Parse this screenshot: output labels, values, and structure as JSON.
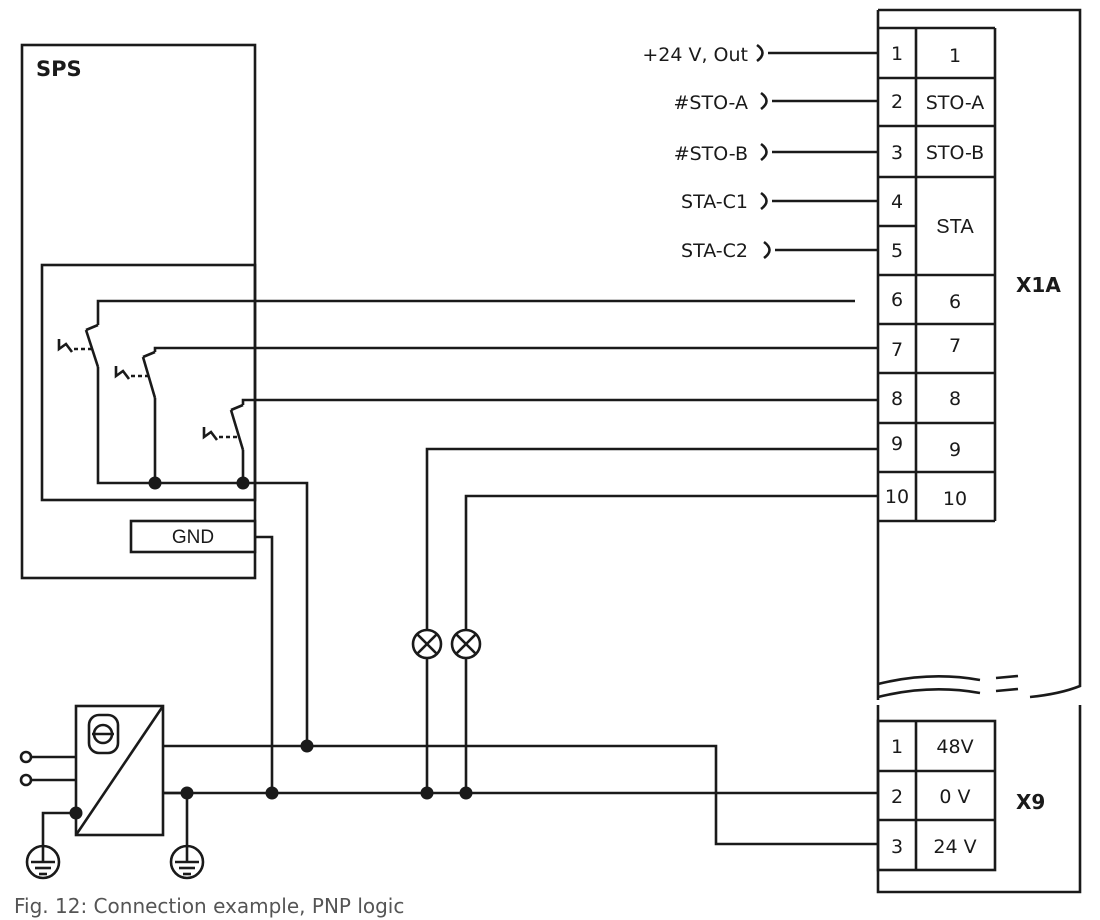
{
  "plc": {
    "label": "SPS",
    "gnd_label": "GND"
  },
  "signals": [
    {
      "name": "+24 V, Out",
      "pin": "1",
      "function": "1"
    },
    {
      "name": "#STO-A",
      "pin": "2",
      "function": "STO-A"
    },
    {
      "name": "#STO-B",
      "pin": "3",
      "function": "STO-B"
    },
    {
      "name": "STA-C1",
      "pin": "4"
    },
    {
      "name": "STA-C2",
      "pin": "5"
    }
  ],
  "sta_label": "STA",
  "x1a": {
    "label": "X1A",
    "lower_pins": [
      {
        "pin": "6",
        "function": "6"
      },
      {
        "pin": "7",
        "function": "7"
      },
      {
        "pin": "8",
        "function": "8"
      },
      {
        "pin": "9",
        "function": "9"
      },
      {
        "pin": "10",
        "function": "10"
      }
    ]
  },
  "x9": {
    "label": "X9",
    "pins": [
      {
        "pin": "1",
        "function": "48V"
      },
      {
        "pin": "2",
        "function": "0 V"
      },
      {
        "pin": "3",
        "function": "24 V"
      }
    ]
  },
  "caption": "Fig. 12: Connection example, PNP logic"
}
